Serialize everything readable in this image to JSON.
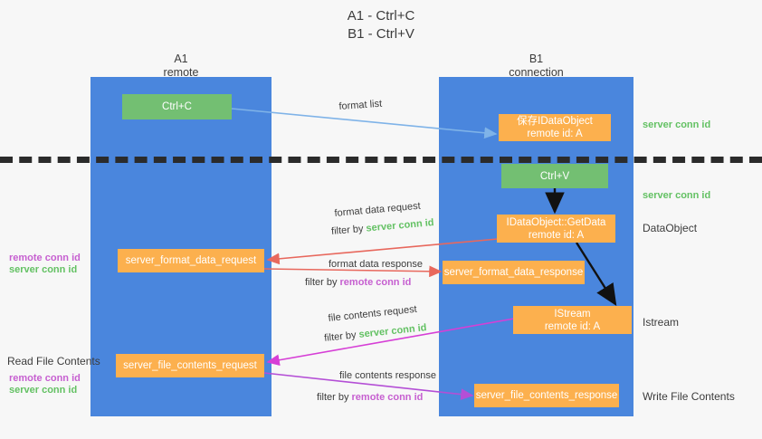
{
  "title": {
    "line1": "A1 - Ctrl+C",
    "line2": "B1 - Ctrl+V"
  },
  "columns": [
    {
      "name": "A1",
      "sub": "remote"
    },
    {
      "name": "B1",
      "sub": "connection"
    }
  ],
  "colors": {
    "lane": "#4a86dd",
    "green_box": "#73bf72",
    "orange_box": "#fcb04e",
    "server_conn_id": "#63c163",
    "remote_conn_id": "#c65fd0",
    "arrow_blue": "#7fb3e8",
    "arrow_red": "#e8685d",
    "arrow_magenta": "#d63fd6",
    "arrow_purple": "#9b5fd0",
    "arrow_black": "#111111",
    "separator": "#2b2b2b"
  },
  "nodes": {
    "ctrl_c": {
      "l1": "Ctrl+C",
      "l2": ""
    },
    "save_dataobj": {
      "l1": "保存IDataObject",
      "l2": "remote id: A"
    },
    "ctrl_v": {
      "l1": "Ctrl+V",
      "l2": ""
    },
    "getdata": {
      "l1": "IDataObject::GetData",
      "l2": "remote id: A"
    },
    "fmt_req": {
      "l1": "server_format_data_request",
      "l2": ""
    },
    "fmt_resp": {
      "l1": "server_format_data_response",
      "l2": ""
    },
    "istream": {
      "l1": "IStream",
      "l2": "remote id: A"
    },
    "file_req": {
      "l1": "server_file_contents_request",
      "l2": ""
    },
    "file_resp": {
      "l1": "server_file_contents_response",
      "l2": ""
    }
  },
  "edge_labels": {
    "format_list": "format list",
    "fmt_data_request": "format data request",
    "fmt_data_response": "format data response",
    "file_contents_request": "file contents request",
    "file_contents_response": "file contents response",
    "filter_by": "filter by ",
    "server_conn_id": "server conn id",
    "remote_conn_id": "remote conn id"
  },
  "side_notes": {
    "server_conn_id_top": "server conn id",
    "server_conn_id_mid": "server conn id",
    "dataobject": "DataObject",
    "istream": "Istream",
    "write_file_contents": "Write File Contents"
  },
  "left_notes": {
    "read_file_contents": "Read File Contents",
    "remote_conn_id": "remote conn id",
    "server_conn_id": "server conn id"
  }
}
